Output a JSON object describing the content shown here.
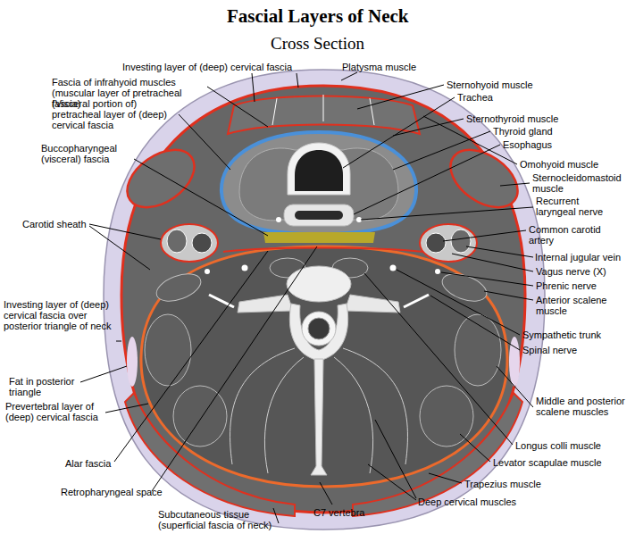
{
  "diagram": {
    "title": "Fascial Layers of Neck",
    "labels": [
      "Cross Section",
      "Investing layer of (deep) cervical fascia",
      "Platysma muscle",
      "Fascia of infrahyoid muscles (muscular layer of pretracheal fascia)",
      "(Visceral portion of) pretracheal layer of (deep) cervical fascia",
      "Sternohyoid muscle",
      "Trachea",
      "Sternothyroid muscle",
      "Thyroid gland",
      "Esophagus",
      "Buccopharyngeal (visceral) fascia",
      "Omohyoid muscle",
      "Sternocleidomastoid muscle",
      "Recurrent laryngeal nerve",
      "Carotid sheath",
      "Common carotid artery",
      "Internal jugular vein",
      "Vagus nerve (X)",
      "Phrenic nerve",
      "Anterior scalene muscle",
      "Investing layer of (deep) cervical fascia over posterior triangle of neck",
      "Sympathetic trunk",
      "Spinal nerve",
      "Fat in posterior triangle",
      "Prevertebral layer of (deep) cervical fascia",
      "Middle and posterior scalene muscles",
      "Longus colli muscle",
      "Levator scapulae muscle",
      "Alar fascia",
      "Trapezius muscle",
      "Retropharyngeal space",
      "Deep cervical muscles",
      "Subcutaneous tissue (superficial fascia of neck)",
      "C7 vertebra"
    ]
  }
}
